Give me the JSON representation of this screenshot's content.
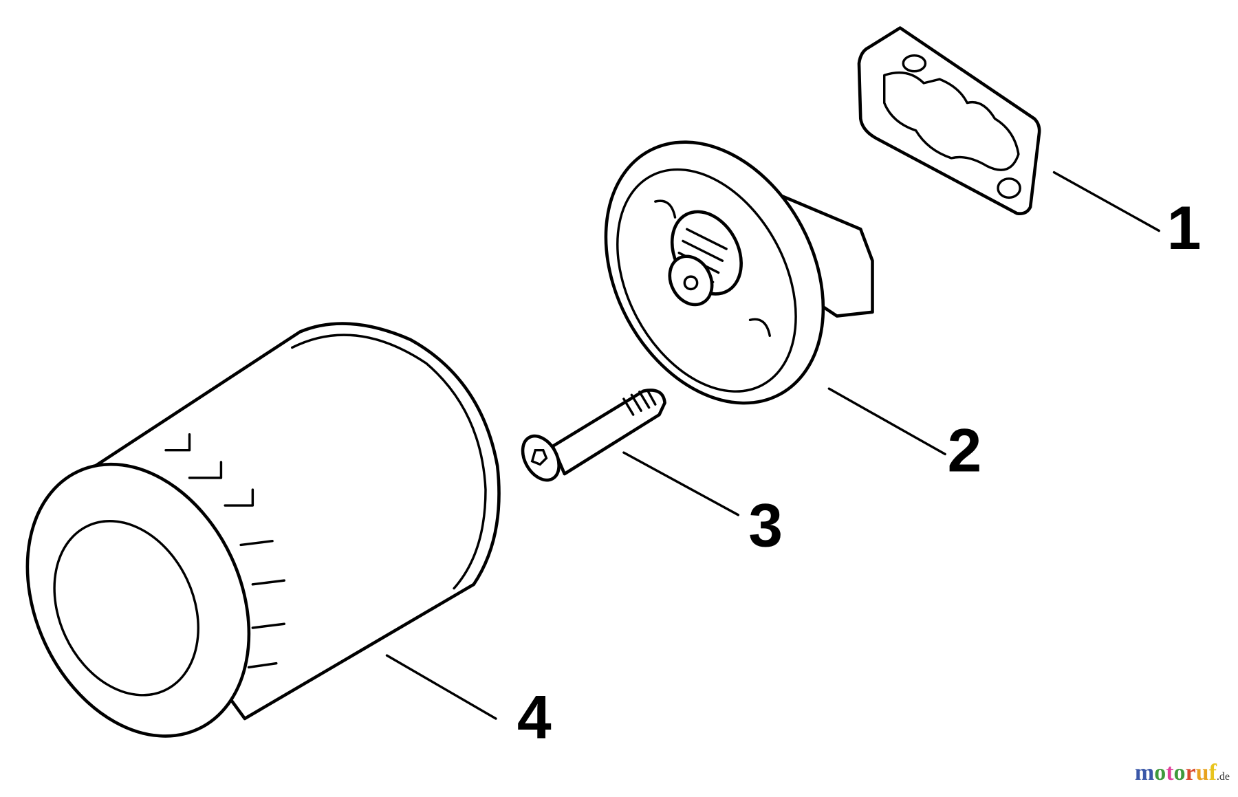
{
  "callouts": [
    {
      "number": "1",
      "part": "gasket"
    },
    {
      "number": "2",
      "part": "oil-filter-adapter"
    },
    {
      "number": "3",
      "part": "screw"
    },
    {
      "number": "4",
      "part": "oil-filter"
    }
  ],
  "watermark": {
    "text": "motoruf",
    "suffix": ".de",
    "colors": [
      "#3a57a8",
      "#3f9a3c",
      "#e0409a",
      "#3f9a3c",
      "#d9482b",
      "#e8a21d",
      "#e8c41d"
    ]
  }
}
